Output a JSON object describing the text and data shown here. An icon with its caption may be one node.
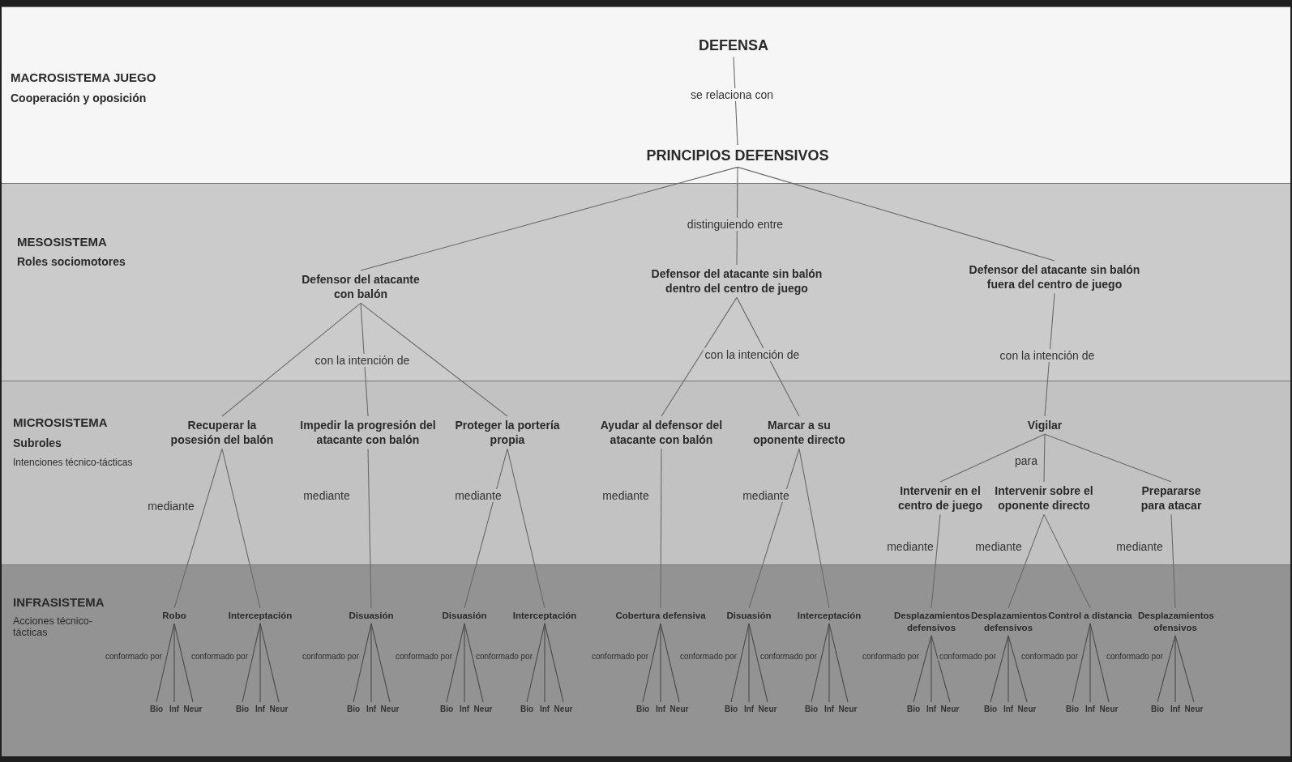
{
  "diagram": {
    "nodes": [
      {
        "text": [
          "MACROSISTEMA JUEGO",
          "Cooperación y oposición"
        ]
      },
      {
        "text": [
          "MESOSISTEMA",
          "Roles sociomotores"
        ]
      },
      {
        "text": [
          "MICROSISTEMA",
          "Subroles",
          "Intenciones técnico-tácticas"
        ]
      },
      {
        "text": [
          "INFRASISTEMA",
          "Acciones técnico-tácticas"
        ]
      },
      {
        "text": [
          "DEFENSA"
        ],
        "in": 0
      },
      {
        "text": [
          "PRINCIPIOS DEFENSIVOS"
        ],
        "in": 0
      },
      {
        "text": [
          "Defensor del atacante con balón"
        ],
        "in": 1
      },
      {
        "text": [
          "Defensor del atacante sin balón dentro del centro de juego"
        ],
        "in": 1
      },
      {
        "text": [
          "Defensor del atacante sin balón fuera del centro de juego"
        ],
        "in": 1
      },
      {
        "text": [
          "Recuperar la posesión del balón"
        ],
        "in": 2
      },
      {
        "text": [
          "Impedir la progresión del atacante con balón"
        ],
        "in": 2
      },
      {
        "text": [
          "Proteger la portería propia"
        ],
        "in": 2
      },
      {
        "text": [
          "Ayudar al defensor del atacante con balón"
        ],
        "in": 2
      },
      {
        "text": [
          "Marcar a su oponente directo"
        ],
        "in": 2
      },
      {
        "text": [
          "Vigilar"
        ],
        "in": 2
      },
      {
        "text": [
          "Intervenir en el centro de juego"
        ],
        "in": 2
      },
      {
        "text": [
          "Intervenir sobre el oponente directo"
        ],
        "in": 2
      },
      {
        "text": [
          "Prepararse para atacar"
        ],
        "in": 2
      },
      {
        "text": [
          "Robo"
        ],
        "in": 3
      },
      {
        "text": [
          "Interceptación"
        ],
        "in": 3
      },
      {
        "text": [
          "Disuasión"
        ],
        "in": 3
      },
      {
        "text": [
          "Disuasión"
        ],
        "in": 3
      },
      {
        "text": [
          "Interceptación"
        ],
        "in": 3
      },
      {
        "text": [
          "Cobertura defensiva"
        ],
        "in": 3
      },
      {
        "text": [
          "Disuasión"
        ],
        "in": 3
      },
      {
        "text": [
          "Interceptación"
        ],
        "in": 3
      },
      {
        "text": [
          "Desplazamientos defensivos"
        ],
        "in": 3
      },
      {
        "text": [
          "Desplazamientos defensivos"
        ],
        "in": 3
      },
      {
        "text": [
          "Control a distancia"
        ],
        "in": 3
      },
      {
        "text": [
          "Desplazamientos ofensivos"
        ],
        "in": 3
      },
      {
        "text": [
          "Bio"
        ],
        "in": 3
      },
      {
        "text": [
          "Inf"
        ],
        "in": 3
      },
      {
        "text": [
          "Neur"
        ],
        "in": 3
      },
      {
        "text": [
          "Bio"
        ],
        "in": 3
      },
      {
        "text": [
          "Inf"
        ],
        "in": 3
      },
      {
        "text": [
          "Neur"
        ],
        "in": 3
      },
      {
        "text": [
          "Bio"
        ],
        "in": 3
      },
      {
        "text": [
          "Inf"
        ],
        "in": 3
      },
      {
        "text": [
          "Neur"
        ],
        "in": 3
      },
      {
        "text": [
          "Bio"
        ],
        "in": 3
      },
      {
        "text": [
          "Inf"
        ],
        "in": 3
      },
      {
        "text": [
          "Neur"
        ],
        "in": 3
      },
      {
        "text": [
          "Bio"
        ],
        "in": 3
      },
      {
        "text": [
          "Inf"
        ],
        "in": 3
      },
      {
        "text": [
          "Neur"
        ],
        "in": 3
      },
      {
        "text": [
          "Bio"
        ],
        "in": 3
      },
      {
        "text": [
          "Inf"
        ],
        "in": 3
      },
      {
        "text": [
          "Neur"
        ],
        "in": 3
      },
      {
        "text": [
          "Bio"
        ],
        "in": 3
      },
      {
        "text": [
          "Inf"
        ],
        "in": 3
      },
      {
        "text": [
          "Neur"
        ],
        "in": 3
      },
      {
        "text": [
          "Bio"
        ],
        "in": 3
      },
      {
        "text": [
          "Inf"
        ],
        "in": 3
      },
      {
        "text": [
          "Neur"
        ],
        "in": 3
      },
      {
        "text": [
          "Bio"
        ],
        "in": 3
      },
      {
        "text": [
          "Inf"
        ],
        "in": 3
      },
      {
        "text": [
          "Neur"
        ],
        "in": 3
      },
      {
        "text": [
          "Bio"
        ],
        "in": 3
      },
      {
        "text": [
          "Inf"
        ],
        "in": 3
      },
      {
        "text": [
          "Neur"
        ],
        "in": 3
      },
      {
        "text": [
          "Bio"
        ],
        "in": 3
      },
      {
        "text": [
          "Inf"
        ],
        "in": 3
      },
      {
        "text": [
          "Neur"
        ],
        "in": 3
      },
      {
        "text": [
          "Bio"
        ],
        "in": 3
      },
      {
        "text": [
          "Inf"
        ],
        "in": 3
      },
      {
        "text": [
          "Neur"
        ],
        "in": 3
      }
    ],
    "edges": [
      {
        "from": 4,
        "to": 5,
        "arrow": "none",
        "label": "se relaciona con"
      },
      {
        "from": 5,
        "to": 6,
        "arrow": "none"
      },
      {
        "from": 5,
        "to": 7,
        "arrow": "none",
        "label": "distinguiendo entre"
      },
      {
        "from": 5,
        "to": 8,
        "arrow": "none"
      },
      {
        "from": 6,
        "to": 9,
        "arrow": "none"
      },
      {
        "from": 6,
        "to": 10,
        "arrow": "none",
        "label": "con la intención de"
      },
      {
        "from": 6,
        "to": 11,
        "arrow": "none"
      },
      {
        "from": 7,
        "to": 12,
        "arrow": "none",
        "label": "con la intención de"
      },
      {
        "from": 7,
        "to": 13,
        "arrow": "none"
      },
      {
        "from": 8,
        "to": 14,
        "arrow": "none",
        "label": "con la intención de"
      },
      {
        "from": 14,
        "to": 15,
        "arrow": "none"
      },
      {
        "from": 14,
        "to": 16,
        "arrow": "none",
        "label": "para"
      },
      {
        "from": 14,
        "to": 17,
        "arrow": "none"
      },
      {
        "from": 9,
        "to": 18,
        "arrow": "none",
        "label": "mediante"
      },
      {
        "from": 9,
        "to": 19,
        "arrow": "none"
      },
      {
        "from": 10,
        "to": 20,
        "arrow": "none",
        "label": "mediante"
      },
      {
        "from": 11,
        "to": 21,
        "arrow": "none",
        "label": "mediante"
      },
      {
        "from": 11,
        "to": 22,
        "arrow": "none"
      },
      {
        "from": 12,
        "to": 23,
        "arrow": "none",
        "label": "mediante"
      },
      {
        "from": 13,
        "to": 24,
        "arrow": "none",
        "label": "mediante"
      },
      {
        "from": 13,
        "to": 25,
        "arrow": "none"
      },
      {
        "from": 15,
        "to": 26,
        "arrow": "none",
        "label": "mediante"
      },
      {
        "from": 16,
        "to": 27,
        "arrow": "none",
        "label": "mediante"
      },
      {
        "from": 16,
        "to": 28,
        "arrow": "none"
      },
      {
        "from": 17,
        "to": 29,
        "arrow": "none",
        "label": "mediante"
      },
      {
        "from": 18,
        "to": 30,
        "arrow": "none",
        "label": "conformado por"
      },
      {
        "from": 18,
        "to": 31,
        "arrow": "none"
      },
      {
        "from": 18,
        "to": 32,
        "arrow": "none"
      },
      {
        "from": 19,
        "to": 33,
        "arrow": "none",
        "label": "conformado por"
      },
      {
        "from": 19,
        "to": 34,
        "arrow": "none"
      },
      {
        "from": 19,
        "to": 35,
        "arrow": "none"
      },
      {
        "from": 20,
        "to": 36,
        "arrow": "none",
        "label": "conformado por"
      },
      {
        "from": 20,
        "to": 37,
        "arrow": "none"
      },
      {
        "from": 20,
        "to": 38,
        "arrow": "none"
      },
      {
        "from": 21,
        "to": 39,
        "arrow": "none",
        "label": "conformado por"
      },
      {
        "from": 21,
        "to": 40,
        "arrow": "none"
      },
      {
        "from": 21,
        "to": 41,
        "arrow": "none"
      },
      {
        "from": 22,
        "to": 42,
        "arrow": "none",
        "label": "conformado por"
      },
      {
        "from": 22,
        "to": 43,
        "arrow": "none"
      },
      {
        "from": 22,
        "to": 44,
        "arrow": "none"
      },
      {
        "from": 23,
        "to": 45,
        "arrow": "none",
        "label": "conformado por"
      },
      {
        "from": 23,
        "to": 46,
        "arrow": "none"
      },
      {
        "from": 23,
        "to": 47,
        "arrow": "none"
      },
      {
        "from": 24,
        "to": 48,
        "arrow": "none",
        "label": "conformado por"
      },
      {
        "from": 24,
        "to": 49,
        "arrow": "none"
      },
      {
        "from": 24,
        "to": 50,
        "arrow": "none"
      },
      {
        "from": 25,
        "to": 51,
        "arrow": "none",
        "label": "conformado por"
      },
      {
        "from": 25,
        "to": 52,
        "arrow": "none"
      },
      {
        "from": 25,
        "to": 53,
        "arrow": "none"
      },
      {
        "from": 26,
        "to": 54,
        "arrow": "none",
        "label": "conformado por"
      },
      {
        "from": 26,
        "to": 55,
        "arrow": "none"
      },
      {
        "from": 26,
        "to": 56,
        "arrow": "none"
      },
      {
        "from": 27,
        "to": 57,
        "arrow": "none",
        "label": "conformado por"
      },
      {
        "from": 27,
        "to": 58,
        "arrow": "none"
      },
      {
        "from": 27,
        "to": 59,
        "arrow": "none"
      },
      {
        "from": 28,
        "to": 60,
        "arrow": "none",
        "label": "conformado por"
      },
      {
        "from": 28,
        "to": 61,
        "arrow": "none"
      },
      {
        "from": 28,
        "to": 62,
        "arrow": "none"
      },
      {
        "from": 29,
        "to": 63,
        "arrow": "none",
        "label": "conformado por"
      },
      {
        "from": 29,
        "to": 64,
        "arrow": "none"
      },
      {
        "from": 29,
        "to": 65,
        "arrow": "none"
      }
    ]
  }
}
